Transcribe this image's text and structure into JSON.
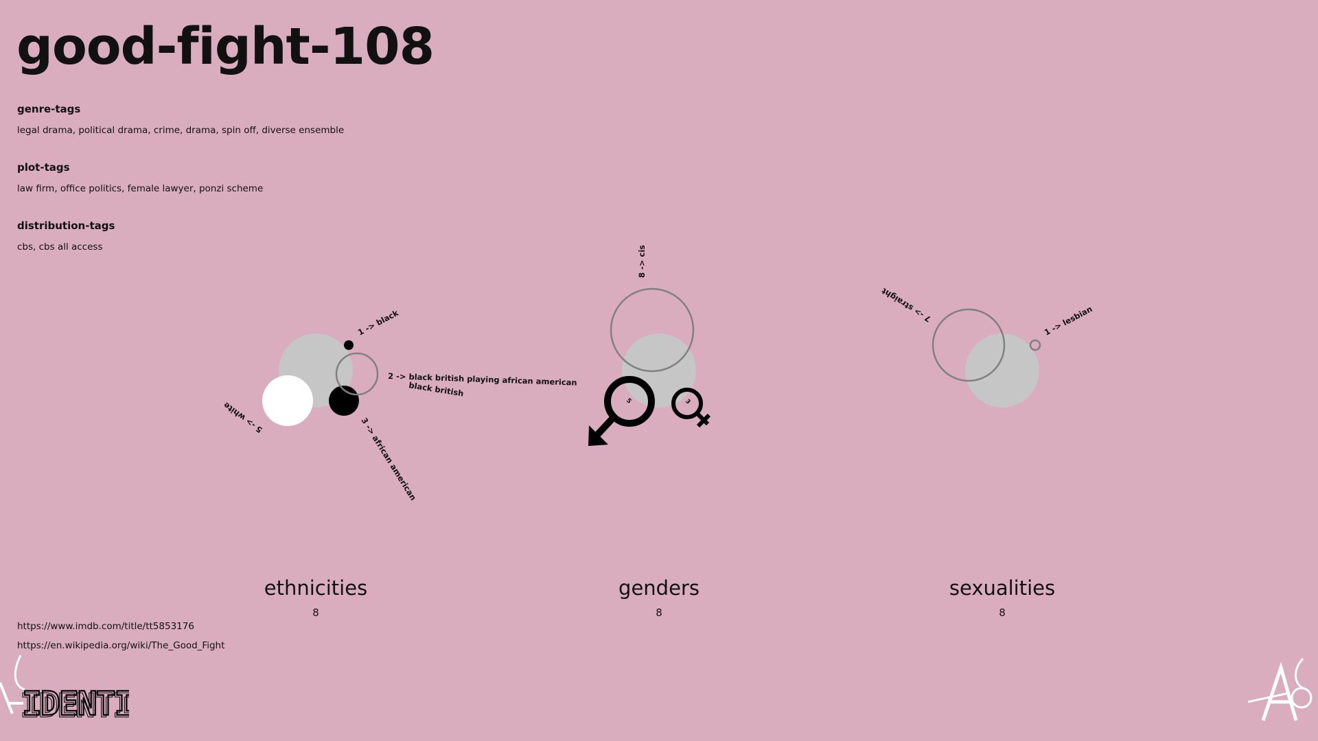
{
  "title": "good-fight-108",
  "sections": [
    {
      "label": "genre-tags",
      "value": "legal drama, political drama, crime, drama, spin off, diverse ensemble"
    },
    {
      "label": "plot-tags",
      "value": "law firm, office politics, female lawyer, ponzi scheme"
    },
    {
      "label": "distribution-tags",
      "value": "cbs, cbs all access"
    }
  ],
  "groups": [
    {
      "label": "ethnicities",
      "count": "8",
      "annotations": {
        "black": "1 ->  black",
        "black_british_playing": "2 ->  black british playing african american",
        "black_british": "black british",
        "african_american": "3 -> african american",
        "white": "5 -> white"
      }
    },
    {
      "label": "genders",
      "count": "8",
      "annotations": {
        "cis": "8 -> cis",
        "male_count": "5",
        "female_count": "3"
      }
    },
    {
      "label": "sexualities",
      "count": "8",
      "annotations": {
        "straight": "7 -> straight",
        "lesbian": "1 ->  lesbian"
      }
    }
  ],
  "links": [
    "https://www.imdb.com/title/tt5853176",
    "https://en.wikipedia.org/wiki/The_Good_Fight"
  ],
  "logo_text": "IDENTI",
  "colors": {
    "background": "#d9adbe",
    "disc_gray": "#c6c6c6",
    "ring_gray": "#808080",
    "black": "#000000",
    "white": "#ffffff"
  }
}
